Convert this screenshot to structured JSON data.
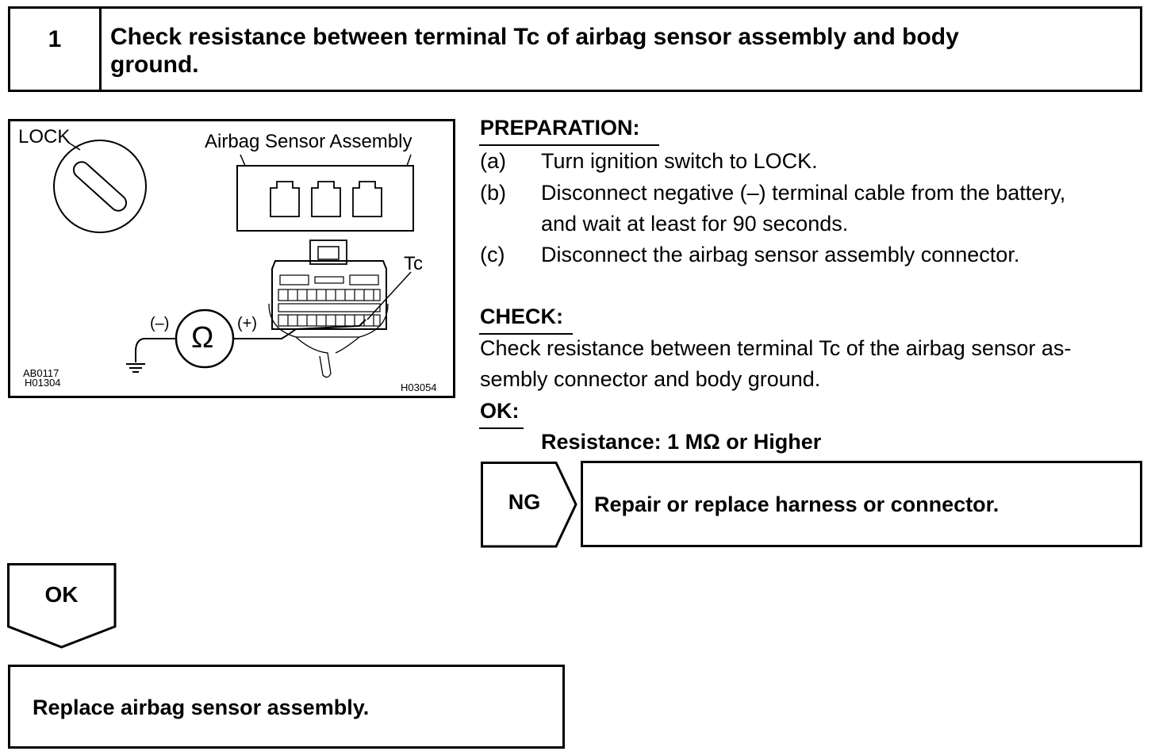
{
  "step": {
    "number": "1",
    "title_line1": "Check resistance between terminal Tc of airbag sensor assembly and body",
    "title_line2": "ground."
  },
  "figure": {
    "lock_label": "LOCK",
    "sensor_label": "Airbag Sensor Assembly",
    "terminal_label": "Tc",
    "neg_label": "(–)",
    "pos_label": "(+)",
    "ohm_symbol": "Ω",
    "code_left_1": "AB0117",
    "code_left_2": "H01304",
    "code_right": "H03054"
  },
  "preparation": {
    "heading": "PREPARATION:",
    "items": [
      {
        "marker": "(a)",
        "line1": "Turn ignition switch to LOCK.",
        "line2": ""
      },
      {
        "marker": "(b)",
        "line1": "Disconnect negative (–) terminal cable from the battery,",
        "line2": "and wait at least for 90 seconds."
      },
      {
        "marker": "(c)",
        "line1": "Disconnect the airbag sensor assembly connector.",
        "line2": ""
      }
    ]
  },
  "check": {
    "heading": "CHECK:",
    "line1": "Check resistance between terminal Tc of the airbag sensor as-",
    "line2": "sembly connector and body ground."
  },
  "ok_spec": {
    "heading": "OK:",
    "value": "Resistance: 1 MΩ or Higher"
  },
  "ng": {
    "label": "NG",
    "action": "Repair or replace harness or connector."
  },
  "ok": {
    "label": "OK",
    "action": "Replace airbag sensor assembly."
  }
}
